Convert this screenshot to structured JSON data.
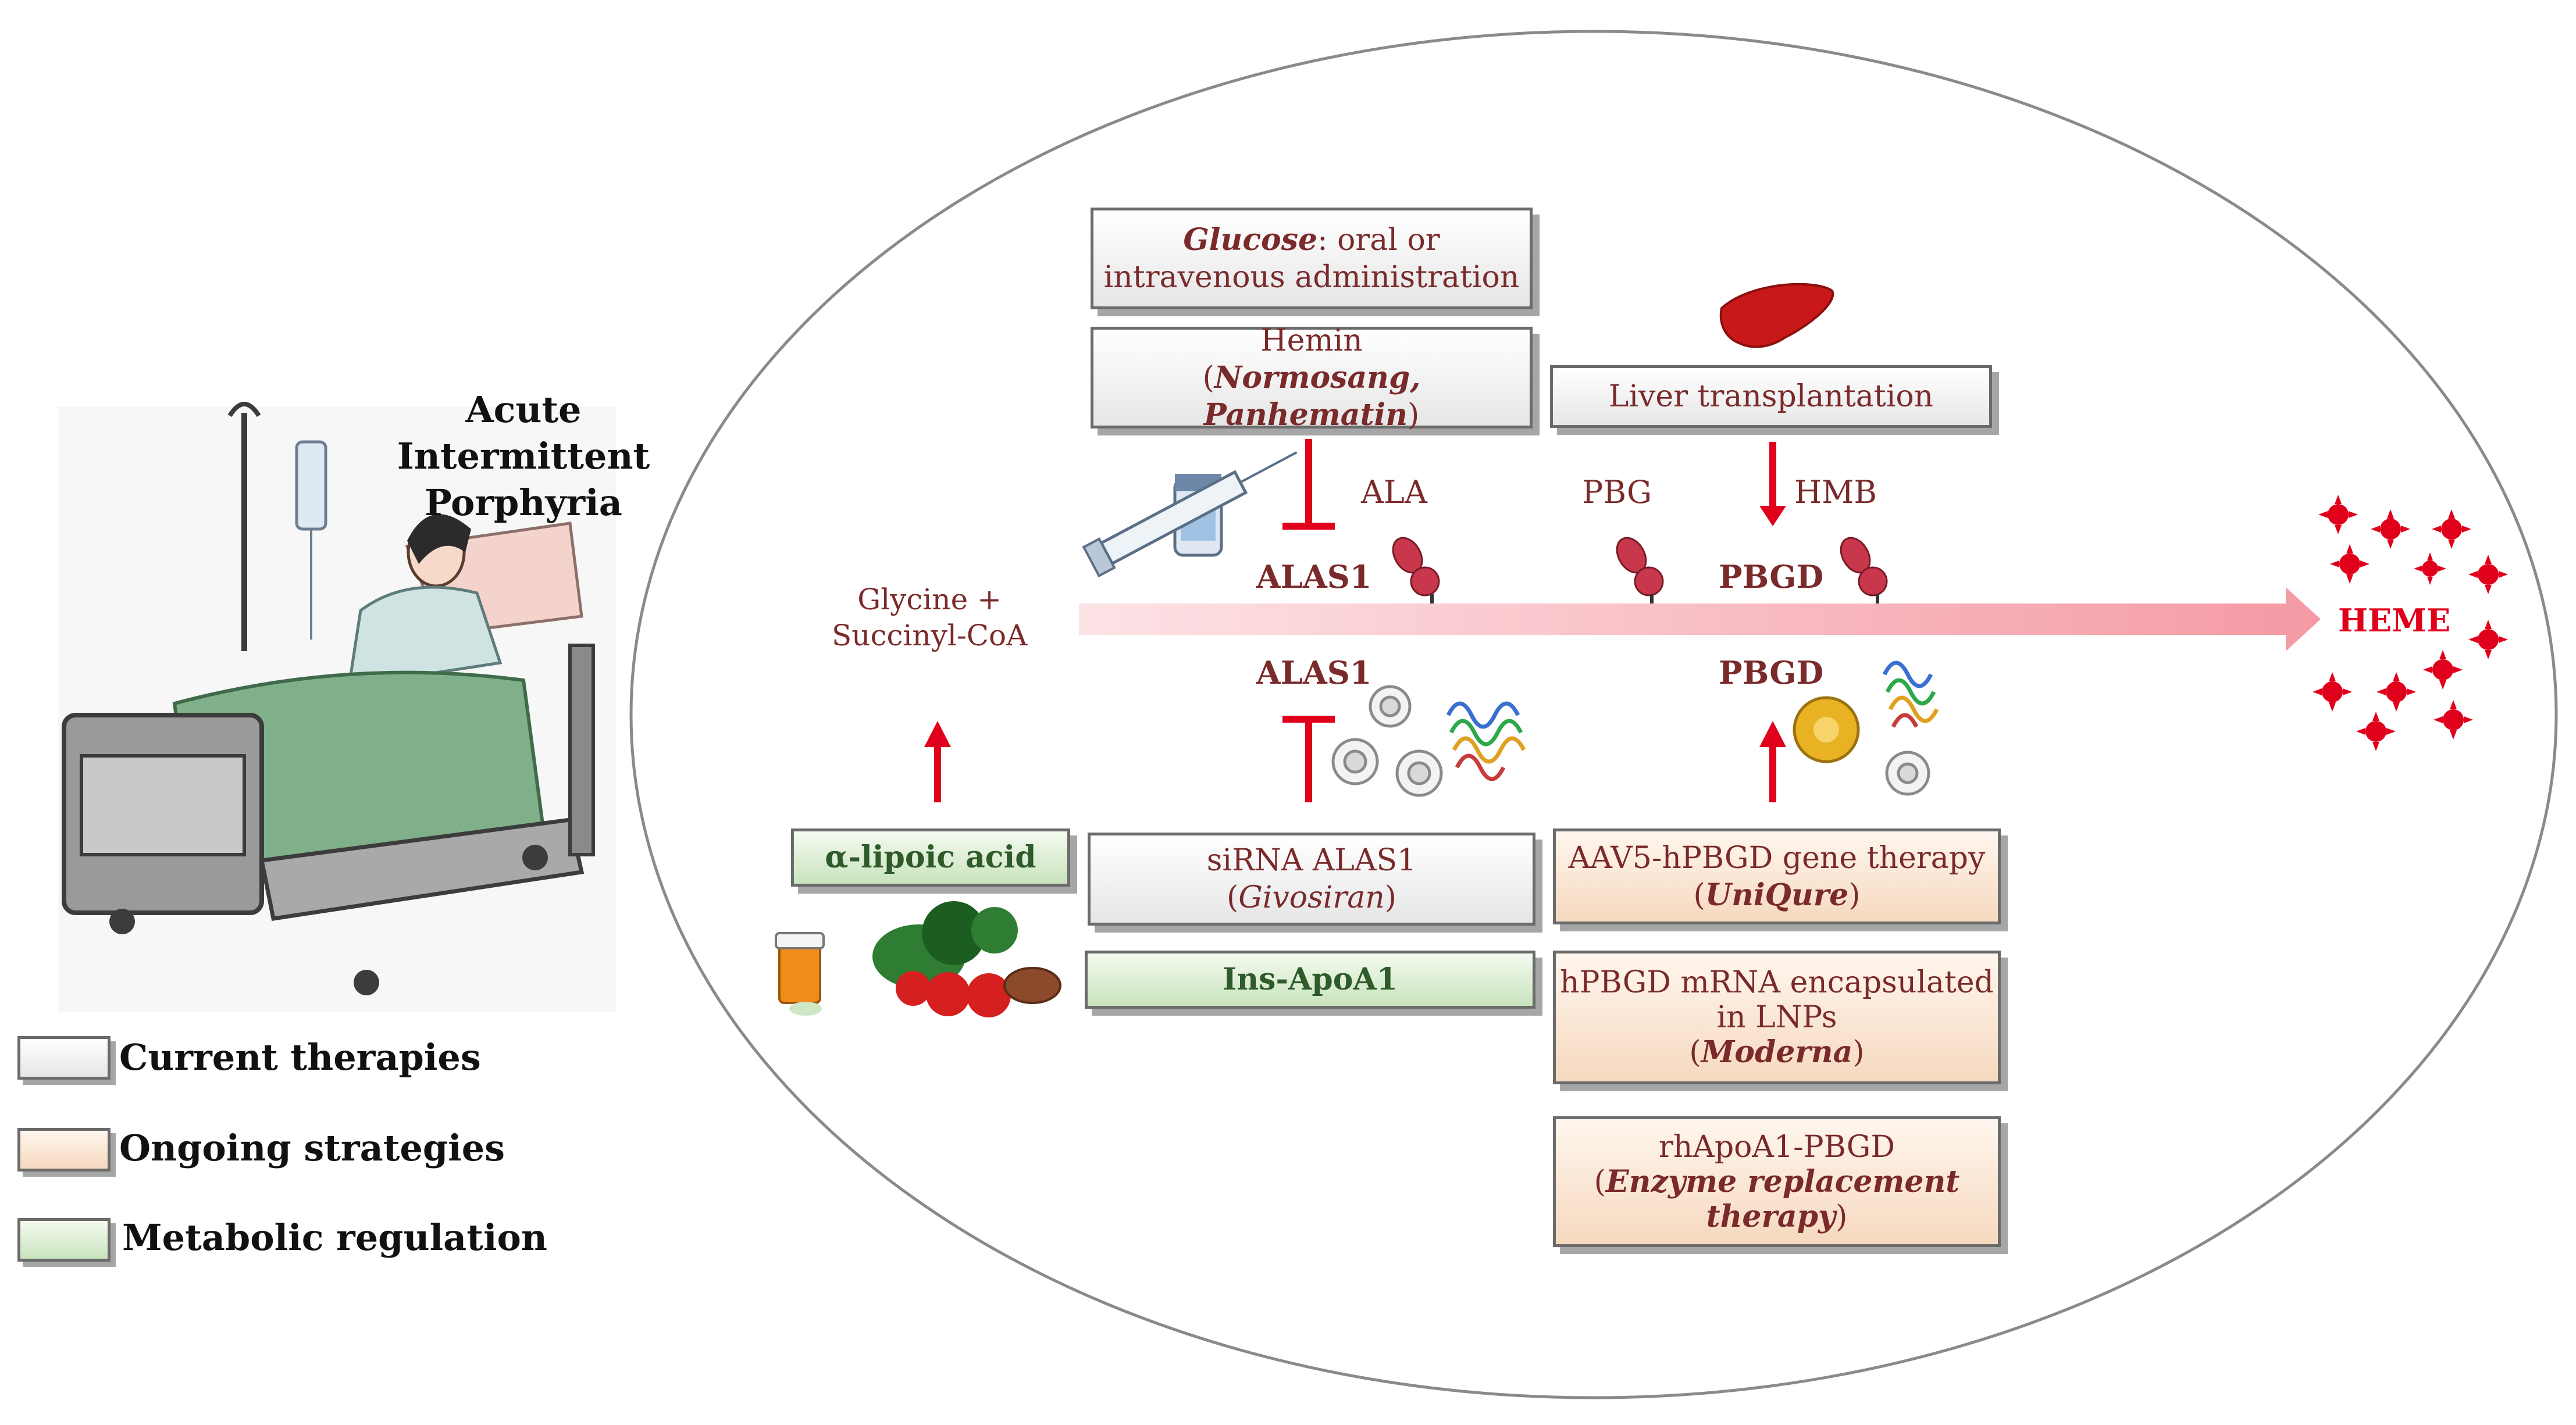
{
  "patient": {
    "title_line1": "Acute Intermittent",
    "title_line2": "Porphyria"
  },
  "legend": [
    {
      "label": "Current therapies",
      "color": "#e6e6e6"
    },
    {
      "label": "Ongoing strategies",
      "color": "#f6d9bf"
    },
    {
      "label": "Metabolic regulation",
      "color": "#c9e3bd"
    }
  ],
  "pathway": {
    "start_line1": "Glycine +",
    "start_line2": "Succinyl-CoA",
    "alas1_top": "ALAS1",
    "alas1_bottom": "ALAS1",
    "ala": "ALA",
    "pbg": "PBG",
    "hmb": "HMB",
    "pbgd_top": "PBGD",
    "pbgd_bottom": "PBGD",
    "end": "HEME"
  },
  "boxes": {
    "glucose": {
      "italic": "Glucose",
      "text1": ": oral or",
      "text2": "intravenous administration"
    },
    "hemin": {
      "line1": "Hemin",
      "open": "(",
      "italic": "Normosang, Panhematin",
      "close": ")"
    },
    "liver": {
      "text": "Liver transplantation"
    },
    "lipoic": {
      "text": "α-lipoic acid"
    },
    "sirna": {
      "line1": "siRNA ALAS1",
      "open": "(",
      "italic": "Givosiran",
      "close": ")"
    },
    "insapo": {
      "text": "Ins-ApoA1"
    },
    "aav5": {
      "line1": "AAV5-hPBGD gene therapy",
      "open": "(",
      "italic": "UniQure",
      "close": ")"
    },
    "mrna": {
      "line1": "hPBGD mRNA encapsulated",
      "line2": "in LNPs",
      "open": "(",
      "italic": "Moderna",
      "close": ")"
    },
    "rhapo": {
      "line1": "rhApoA1-PBGD",
      "open": "(",
      "italic1": "Enzyme replacement",
      "italic2": "therapy",
      "close": ")"
    }
  },
  "colors": {
    "arrow_red": "#e0001b",
    "text_red": "#7a2a2a",
    "metabolic_text": "#2f5a2a"
  }
}
